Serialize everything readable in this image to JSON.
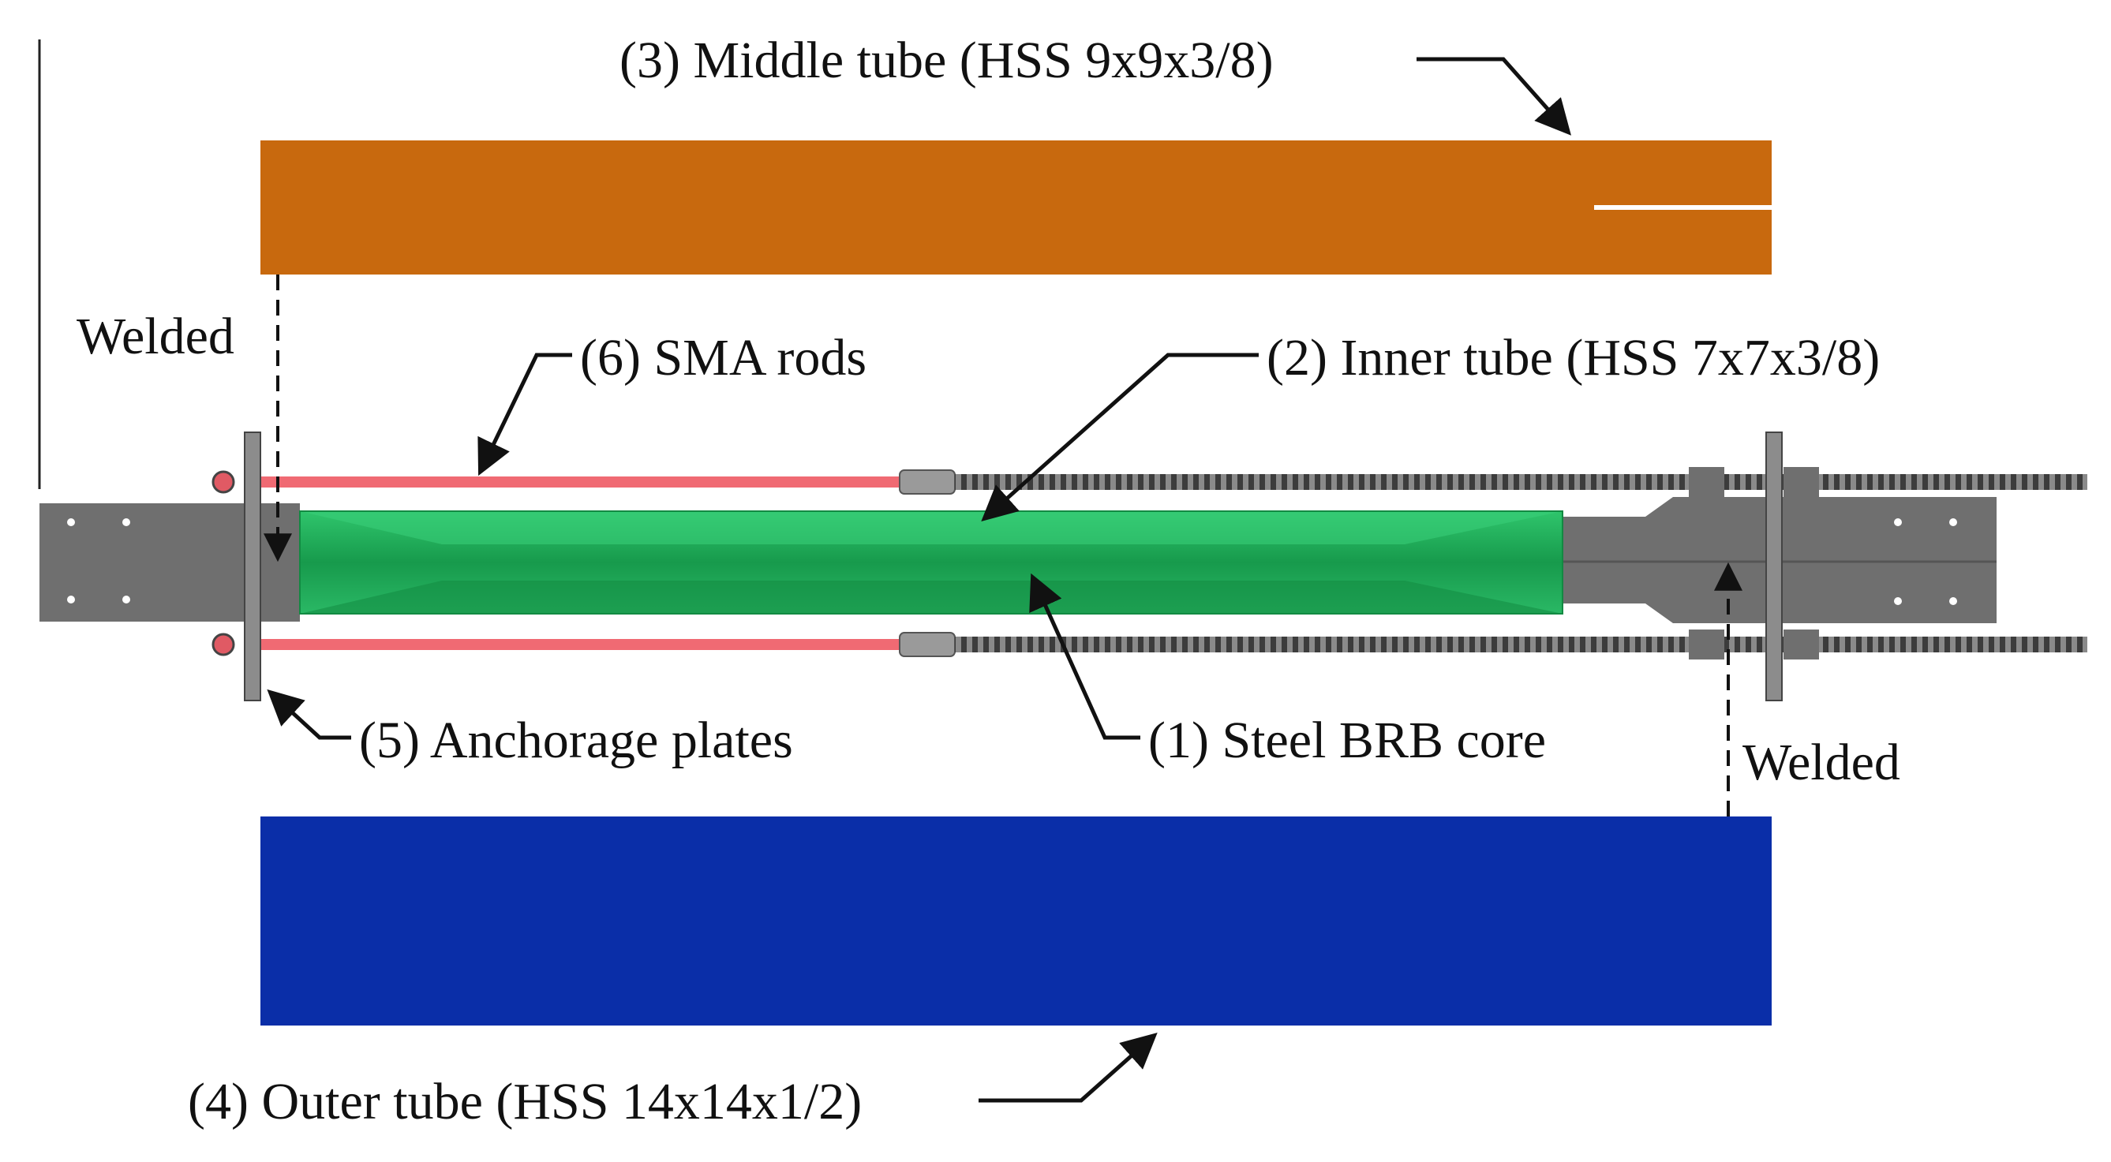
{
  "labels": {
    "middle_tube": "(3) Middle tube (HSS  9x9x3/8)",
    "inner_tube": "(2) Inner tube (HSS  7x7x3/8)",
    "sma_rods": "(6) SMA rods",
    "anchorage_plates": "(5) Anchorage plates",
    "steel_core": "(1) Steel BRB core",
    "outer_tube": "(4) Outer tube (HSS  14x14x1/2)",
    "welded_left": "Welded",
    "welded_right": "Welded"
  },
  "colors": {
    "middle_tube": "#c8690e",
    "inner_tube": "#1fae5a",
    "outer_tube": "#0a2ea8",
    "sma_rods": "#f06a73",
    "steel": "#6f6f6f",
    "threaded_rod": "#555555"
  }
}
